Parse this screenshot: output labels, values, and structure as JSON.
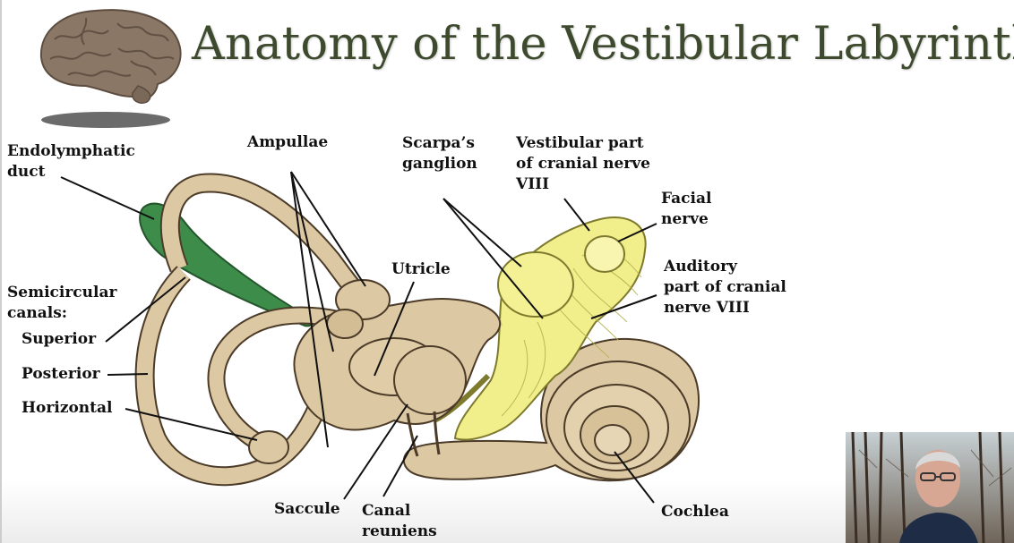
{
  "slide": {
    "title": "Anatomy of the Vestibular Labyrinth"
  },
  "icons": {
    "brain": "brain-icon",
    "webcam": "presenter-webcam"
  },
  "colors": {
    "title": "#3e4a2e",
    "bone_labyrinth": "#d9c7a2",
    "nerve": "#f1ef8c",
    "endolymphatic_duct": "#3e8c4a"
  },
  "labels": {
    "endolymphatic_duct": "Endolymphatic\nduct",
    "ampullae": "Ampullae",
    "scarpas_ganglion": "Scarpa’s\nganglion",
    "vestibular_part": "Vestibular part\nof cranial nerve\nVIII",
    "facial_nerve": "Facial\nnerve",
    "utricle": "Utricle",
    "auditory_part": "Auditory\npart of cranial\nnerve VIII",
    "semicircular_canals": "Semicircular\ncanals:",
    "superior": "Superior",
    "posterior": "Posterior",
    "horizontal": "Horizontal",
    "saccule": "Saccule",
    "canal_reuniens": "Canal\nreuniens",
    "cochlea": "Cochlea"
  }
}
